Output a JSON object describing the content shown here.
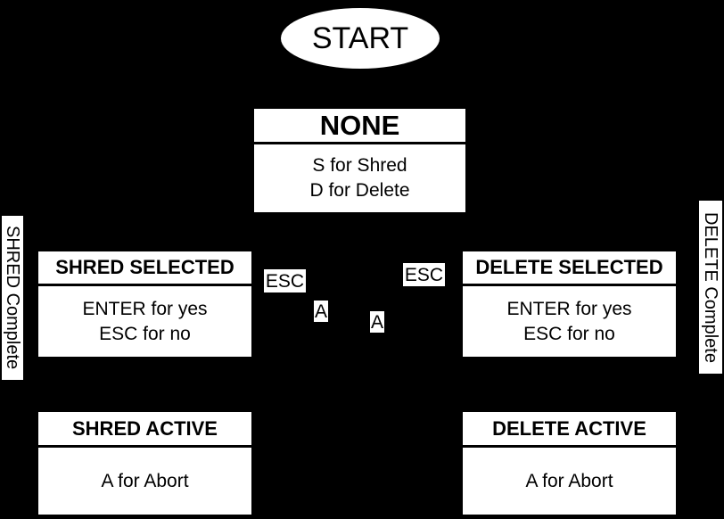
{
  "colors": {
    "background": "#000000",
    "node_fill": "#ffffff",
    "node_text": "#000000"
  },
  "start_node": {
    "label": "START"
  },
  "states": {
    "none": {
      "title": "NONE",
      "lines": [
        "S for Shred",
        "D for Delete"
      ]
    },
    "shred_selected": {
      "title": "SHRED SELECTED",
      "lines": [
        "ENTER for yes",
        "ESC for no"
      ]
    },
    "delete_selected": {
      "title": "DELETE SELECTED",
      "lines": [
        "ENTER for yes",
        "ESC for no"
      ]
    },
    "shred_active": {
      "title": "SHRED ACTIVE",
      "lines": [
        "A for Abort"
      ]
    },
    "delete_active": {
      "title": "DELETE ACTIVE",
      "lines": [
        "A for Abort"
      ]
    }
  },
  "transition_labels": {
    "esc_left": "ESC",
    "esc_right": "ESC",
    "abort_left": "A",
    "abort_right": "A",
    "shred_complete": "SHRED Complete",
    "delete_complete": "DELETE Complete"
  }
}
